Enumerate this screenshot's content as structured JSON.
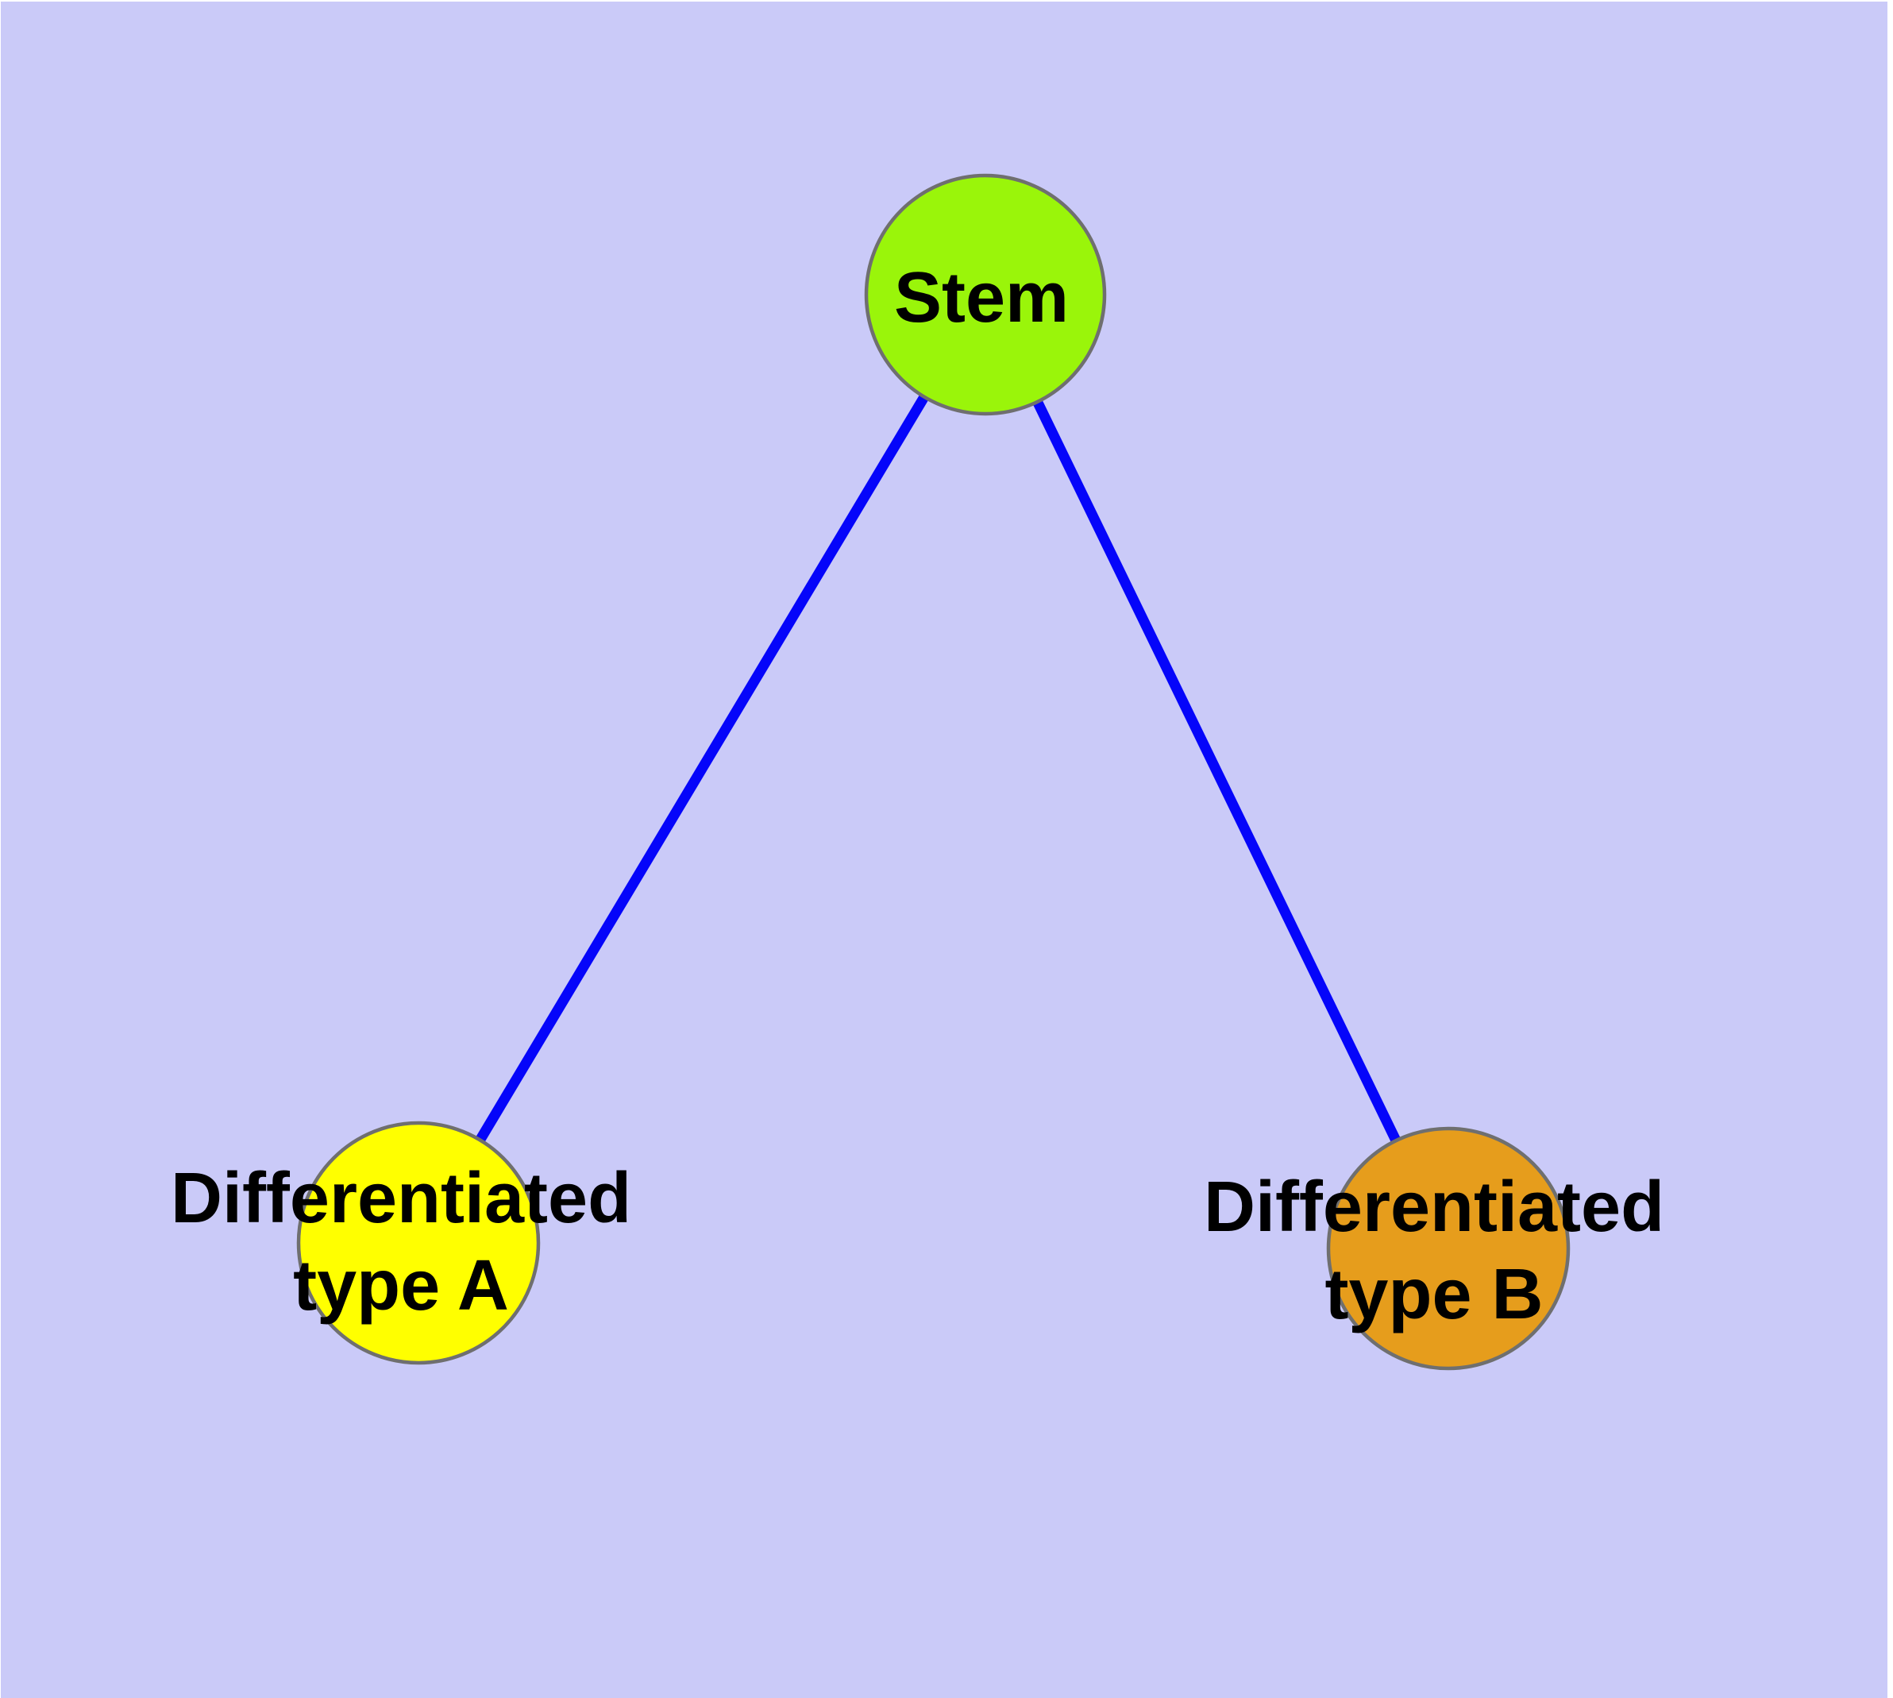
{
  "figure": {
    "type": "node-link-diagram",
    "background_color": "#cacaf8",
    "page_margin_color": "#ffffff",
    "label_color": "#000000"
  },
  "nodes": {
    "stem": {
      "label": "Stem",
      "fill": "#9af50a",
      "border_color": "#6f6f6f"
    },
    "type_a": {
      "label_line1": "Differentiated",
      "label_line2": "type A",
      "fill": "#ffff00",
      "border_color": "#6f6f6f"
    },
    "type_b": {
      "label_line1": "Differentiated",
      "label_line2": "type B",
      "fill": "#e69d1c",
      "border_color": "#6f6f6f"
    }
  },
  "edges": {
    "color": "#0505fa",
    "items": [
      {
        "from": "Stem",
        "to": "Differentiated type A"
      },
      {
        "from": "Stem",
        "to": "Differentiated type B"
      }
    ]
  }
}
